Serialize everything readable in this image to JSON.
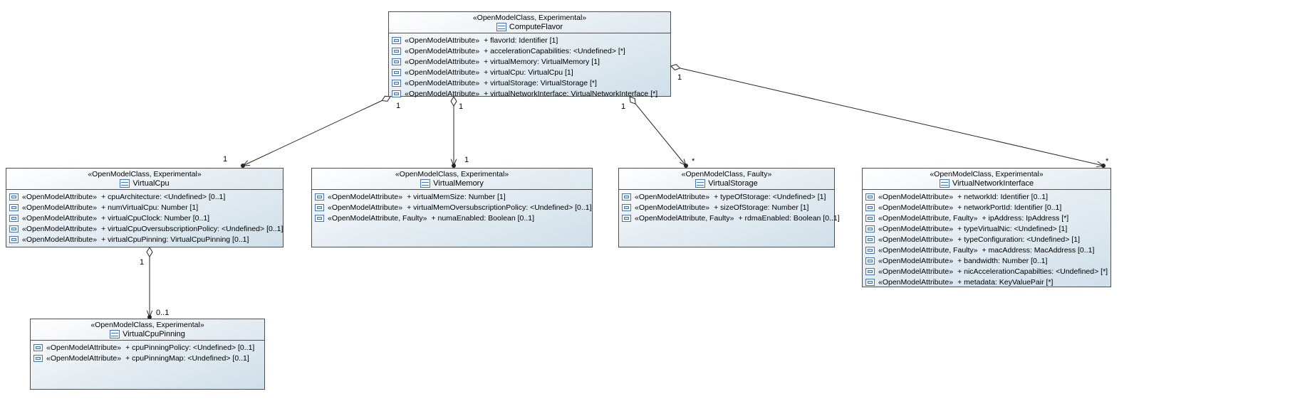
{
  "colors": {
    "accent_blue": "#4377b4",
    "box_border": "#4f4f4f",
    "box_fill_bottom": "#cfdfe9",
    "edge_stroke": "#262626",
    "background": "#ffffff"
  },
  "classes": [
    {
      "name": "ComputeFlavor",
      "stereotype": "«OpenModelClass, Experimental»",
      "attributes": [
        {
          "stereotype": "«OpenModelAttribute»",
          "text": "+ flavorId: Identifier [1]"
        },
        {
          "stereotype": "«OpenModelAttribute»",
          "text": "+ accelerationCapabilities: <Undefined> [*]"
        },
        {
          "stereotype": "«OpenModelAttribute»",
          "text": "+ virtualMemory: VirtualMemory [1]"
        },
        {
          "stereotype": "«OpenModelAttribute»",
          "text": "+ virtualCpu: VirtualCpu [1]"
        },
        {
          "stereotype": "«OpenModelAttribute»",
          "text": "+ virtualStorage: VirtualStorage [*]"
        },
        {
          "stereotype": "«OpenModelAttribute»",
          "text": "+ virtualNetworkInterface: VirtualNetworkInterface [*]"
        }
      ]
    },
    {
      "name": "VirtualCpu",
      "stereotype": "«OpenModelClass, Experimental»",
      "attributes": [
        {
          "stereotype": "«OpenModelAttribute»",
          "text": "+ cpuArchitecture: <Undefined> [0..1]"
        },
        {
          "stereotype": "«OpenModelAttribute»",
          "text": "+ numVirtualCpu: Number [1]"
        },
        {
          "stereotype": "«OpenModelAttribute»",
          "text": "+ virtualCpuClock: Number [0..1]"
        },
        {
          "stereotype": "«OpenModelAttribute»",
          "text": "+ virtualCpuOversubscriptionPolicy: <Undefined> [0..1]"
        },
        {
          "stereotype": "«OpenModelAttribute»",
          "text": "+ virtualCpuPinning: VirtualCpuPinning [0..1]"
        }
      ]
    },
    {
      "name": "VirtualMemory",
      "stereotype": "«OpenModelClass, Experimental»",
      "attributes": [
        {
          "stereotype": "«OpenModelAttribute»",
          "text": "+ virtualMemSize: Number [1]"
        },
        {
          "stereotype": "«OpenModelAttribute»",
          "text": "+ virtualMemOversubscriptionPolicy: <Undefined> [0..1]"
        },
        {
          "stereotype": "«OpenModelAttribute, Faulty»",
          "text": "+ numaEnabled: Boolean [0..1]"
        }
      ]
    },
    {
      "name": "VirtualStorage",
      "stereotype": "«OpenModelClass, Faulty»",
      "attributes": [
        {
          "stereotype": "«OpenModelAttribute»",
          "text": "+ typeOfStorage: <Undefined> [1]"
        },
        {
          "stereotype": "«OpenModelAttribute»",
          "text": "+ sizeOfStorage: Number [1]"
        },
        {
          "stereotype": "«OpenModelAttribute, Faulty»",
          "text": "+ rdmaEnabled: Boolean [0..1]"
        }
      ]
    },
    {
      "name": "VirtualNetworkInterface",
      "stereotype": "«OpenModelClass, Experimental»",
      "attributes": [
        {
          "stereotype": "«OpenModelAttribute»",
          "text": "+ networkId: Identifier [0..1]"
        },
        {
          "stereotype": "«OpenModelAttribute»",
          "text": "+ networkPortId: Identifier [0..1]"
        },
        {
          "stereotype": "«OpenModelAttribute, Faulty»",
          "text": "+ ipAddress: IpAddress [*]"
        },
        {
          "stereotype": "«OpenModelAttribute»",
          "text": "+ typeVirtualNic: <Undefined> [1]"
        },
        {
          "stereotype": "«OpenModelAttribute»",
          "text": "+ typeConfiguration: <Undefined> [1]"
        },
        {
          "stereotype": "«OpenModelAttribute, Faulty»",
          "text": "+ macAddress: MacAddress [0..1]"
        },
        {
          "stereotype": "«OpenModelAttribute»",
          "text": "+ bandwidth: Number [0..1]"
        },
        {
          "stereotype": "«OpenModelAttribute»",
          "text": "+ nicAccelerationCapabilties: <Undefined> [*]"
        },
        {
          "stereotype": "«OpenModelAttribute»",
          "text": "+ metadata: KeyValuePair [*]"
        }
      ]
    },
    {
      "name": "VirtualCpuPinning",
      "stereotype": "«OpenModelClass, Experimental»",
      "attributes": [
        {
          "stereotype": "«OpenModelAttribute»",
          "text": "+ cpuPinningPolicy: <Undefined> [0..1]"
        },
        {
          "stereotype": "«OpenModelAttribute»",
          "text": "+ cpuPinningMap: <Undefined> [0..1]"
        }
      ]
    }
  ],
  "edges": [
    {
      "from": "ComputeFlavor",
      "to": "VirtualCpu",
      "type": "composition",
      "source_label": "1",
      "target_label": "1"
    },
    {
      "from": "ComputeFlavor",
      "to": "VirtualMemory",
      "type": "composition",
      "source_label": "1",
      "target_label": "1"
    },
    {
      "from": "ComputeFlavor",
      "to": "VirtualStorage",
      "type": "composition",
      "source_label": "1",
      "target_label": "*"
    },
    {
      "from": "ComputeFlavor",
      "to": "VirtualNetworkInterface",
      "type": "composition",
      "source_label": "1",
      "target_label": "*"
    },
    {
      "from": "VirtualCpu",
      "to": "VirtualCpuPinning",
      "type": "composition",
      "source_label": "1",
      "target_label": "0..1"
    }
  ]
}
